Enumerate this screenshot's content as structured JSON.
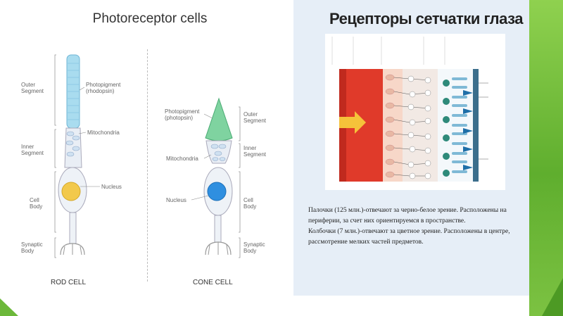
{
  "left": {
    "title": "Photoreceptor cells",
    "rod": {
      "outer_segment": "Outer\nSegment",
      "photopigment": "Photopigment\n(rhodopsin)",
      "mitochondria": "Mitochondria",
      "inner_segment": "Inner\nSegment",
      "nucleus": "Nucleus",
      "cell_body": "Cell\nBody",
      "synaptic_body": "Synaptic\nBody",
      "title": "ROD CELL"
    },
    "cone": {
      "photopigment": "Photopigment\n(photopsin)",
      "outer_segment": "Outer\nSegment",
      "inner_segment": "Inner\nSegment",
      "mitochondria": "Mitochondria",
      "nucleus": "Nucleus",
      "cell_body": "Cell\nBody",
      "synaptic_body": "Synaptic\nBody",
      "title": "CONE CELL"
    }
  },
  "right": {
    "title": "Рецепторы сетчатки глаза",
    "text_line1": "Палочки (125 млн.)-отвечают за черно-белое зрение. Расположены на периферии, за счет них ориентируемся в пространстве.",
    "text_line2": "Колбочки (7 млн.)-отвечают за цветное зрение. Расположены в центре, рассмотрение мелких частей предметов."
  },
  "colors": {
    "rod_outer": "#a9dcef",
    "cone_outer": "#7fd3a0",
    "rod_nucleus": "#f2c94c",
    "cone_nucleus": "#2f8fe0",
    "accent_green": "#6cb83a",
    "retina_red": "#e03a2a"
  }
}
